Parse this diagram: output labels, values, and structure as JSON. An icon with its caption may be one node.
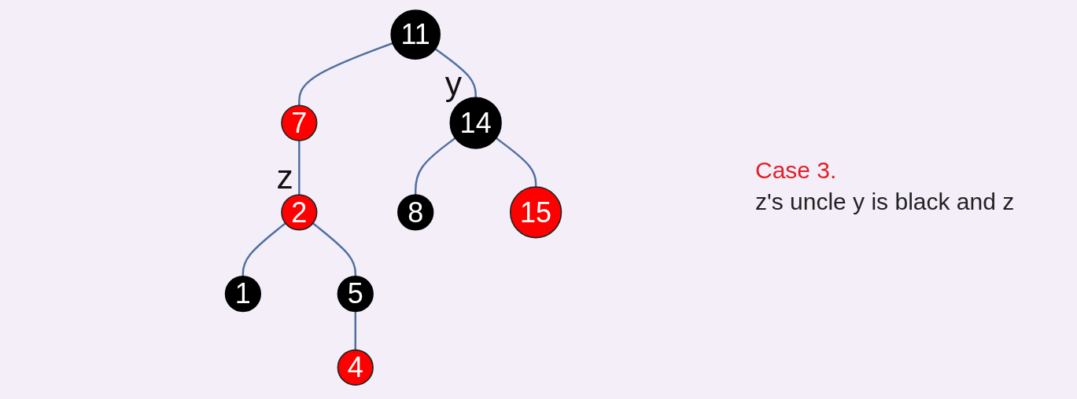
{
  "diagram": {
    "nodes": [
      {
        "text": [
          "11"
        ]
      },
      {
        "text": [
          "7"
        ]
      },
      {
        "text": [
          "14"
        ],
        "beside": [
          "y"
        ]
      },
      {
        "text": [
          "2"
        ],
        "beside": [
          "z"
        ]
      },
      {
        "text": [
          "8"
        ]
      },
      {
        "text": [
          "15"
        ]
      },
      {
        "text": [
          "1"
        ]
      },
      {
        "text": [
          "5"
        ]
      },
      {
        "text": [
          "4"
        ]
      }
    ],
    "edges": [
      {
        "from": 0,
        "to": 1,
        "arrow": "none"
      },
      {
        "from": 0,
        "to": 2,
        "arrow": "none"
      },
      {
        "from": 1,
        "to": 3,
        "arrow": "none"
      },
      {
        "from": 2,
        "to": 4,
        "arrow": "none"
      },
      {
        "from": 2,
        "to": 5,
        "arrow": "none"
      },
      {
        "from": 3,
        "to": 6,
        "arrow": "none"
      },
      {
        "from": 3,
        "to": 7,
        "arrow": "none"
      },
      {
        "from": 7,
        "to": 8,
        "arrow": "none"
      }
    ],
    "labels": [
      "Case 3.",
      "z's uncle y is black and z"
    ]
  }
}
